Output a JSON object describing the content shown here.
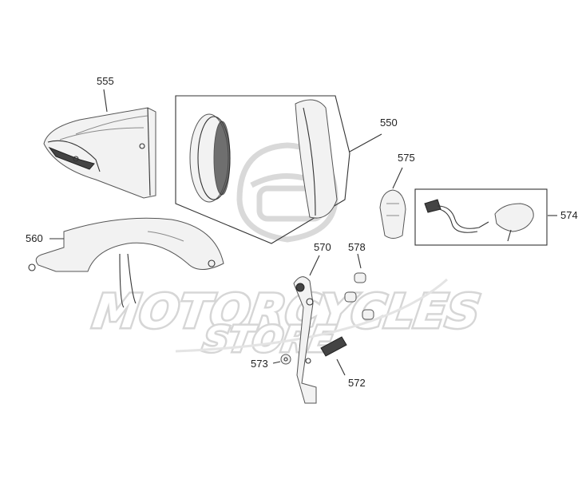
{
  "parts": [
    {
      "id": "555",
      "label": "555"
    },
    {
      "id": "550",
      "label": "550"
    },
    {
      "id": "575",
      "label": "575"
    },
    {
      "id": "574",
      "label": "574"
    },
    {
      "id": "560",
      "label": "560"
    },
    {
      "id": "570",
      "label": "570"
    },
    {
      "id": "578",
      "label": "578"
    },
    {
      "id": "573",
      "label": "573"
    },
    {
      "id": "572",
      "label": "572"
    }
  ],
  "watermark": {
    "line1": "MOTORCYCLES",
    "line2": "STORE"
  },
  "colors": {
    "line": "#333333",
    "watermark": "#d0d0d0"
  }
}
